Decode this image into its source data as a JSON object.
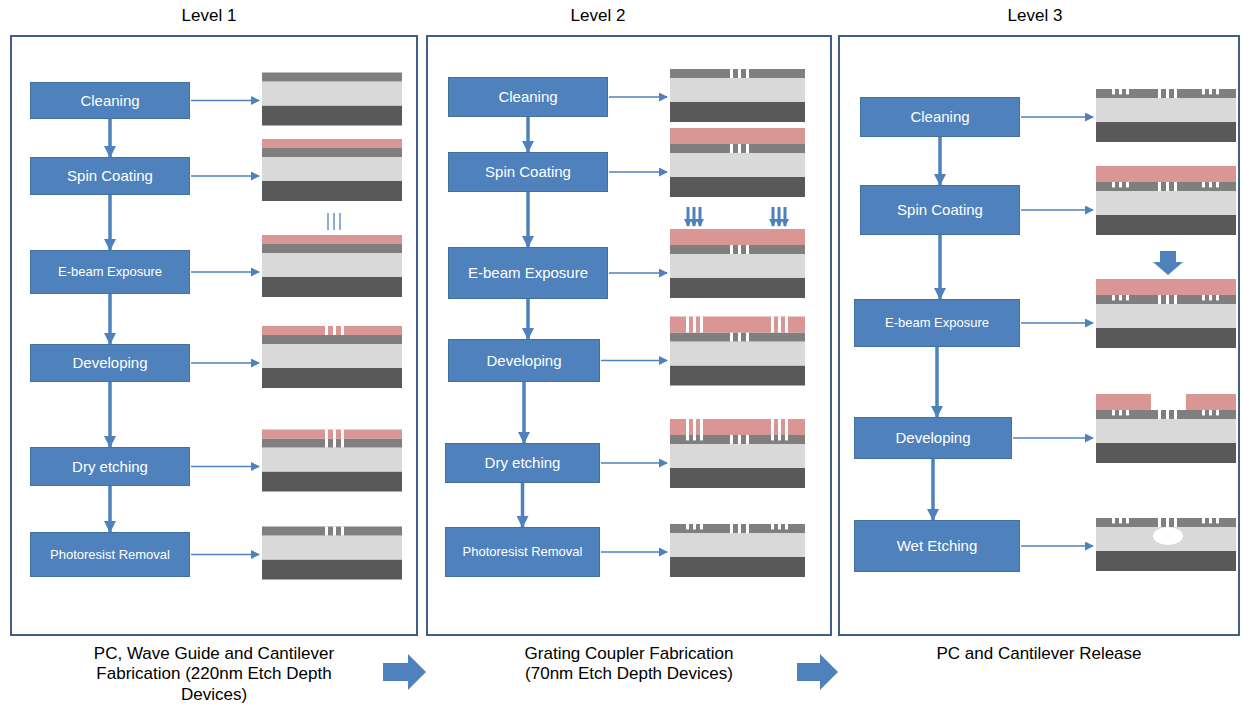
{
  "diagram": {
    "nodes": [
      {
        "text": [
          "Level 1",
          "PC, Wave Guide and Cantilever Fabrication (220nm Etch Depth Devices)"
        ]
      },
      {
        "text": [
          "Cleaning"
        ],
        "in": 0
      },
      {
        "text": [
          "Spin Coating"
        ],
        "in": 0
      },
      {
        "text": [
          "E-beam Exposure"
        ],
        "in": 0
      },
      {
        "text": [
          "Developing"
        ],
        "in": 0
      },
      {
        "text": [
          "Dry etching"
        ],
        "in": 0
      },
      {
        "text": [
          "Photoresist Removal"
        ],
        "in": 0
      },
      {
        "text": [
          "Level 2",
          "Grating Coupler Fabrication (70nm Etch Depth Devices)"
        ]
      },
      {
        "text": [
          "Cleaning"
        ],
        "in": 7
      },
      {
        "text": [
          "Spin Coating"
        ],
        "in": 7
      },
      {
        "text": [
          "E-beam Exposure"
        ],
        "in": 7
      },
      {
        "text": [
          "Developing"
        ],
        "in": 7
      },
      {
        "text": [
          "Dry etching"
        ],
        "in": 7
      },
      {
        "text": [
          "Photoresist Removal"
        ],
        "in": 7
      },
      {
        "text": [
          "Level 3",
          "PC and Cantilever Release"
        ]
      },
      {
        "text": [
          "Cleaning"
        ],
        "in": 14
      },
      {
        "text": [
          "Spin Coating"
        ],
        "in": 14
      },
      {
        "text": [
          "E-beam Exposure"
        ],
        "in": 14
      },
      {
        "text": [
          "Developing"
        ],
        "in": 14
      },
      {
        "text": [
          "Wet Etching"
        ],
        "in": 14
      }
    ],
    "edges": [
      {
        "from": 0,
        "to": 7,
        "arrow": "to"
      },
      {
        "from": 7,
        "to": 14,
        "arrow": "to"
      },
      {
        "from": 1,
        "to": 2,
        "arrow": "to"
      },
      {
        "from": 2,
        "to": 3,
        "arrow": "to"
      },
      {
        "from": 3,
        "to": 4,
        "arrow": "to"
      },
      {
        "from": 4,
        "to": 5,
        "arrow": "to"
      },
      {
        "from": 5,
        "to": 6,
        "arrow": "to"
      },
      {
        "from": 8,
        "to": 9,
        "arrow": "to"
      },
      {
        "from": 9,
        "to": 10,
        "arrow": "to"
      },
      {
        "from": 10,
        "to": 11,
        "arrow": "to"
      },
      {
        "from": 11,
        "to": 12,
        "arrow": "to"
      },
      {
        "from": 12,
        "to": 13,
        "arrow": "to"
      },
      {
        "from": 15,
        "to": 16,
        "arrow": "to"
      },
      {
        "from": 16,
        "to": 17,
        "arrow": "to"
      },
      {
        "from": 17,
        "to": 18,
        "arrow": "to"
      },
      {
        "from": 18,
        "to": 19,
        "arrow": "to"
      }
    ]
  }
}
